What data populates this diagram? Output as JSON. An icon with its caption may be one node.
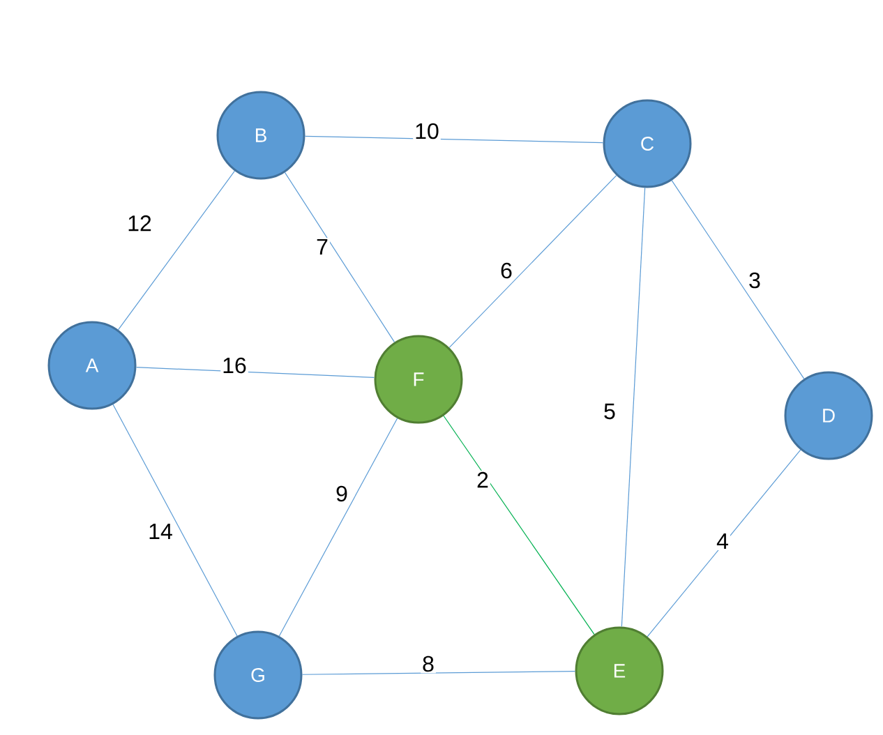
{
  "diagram": {
    "nodes": [
      {
        "text": [
          "B"
        ]
      },
      {
        "text": [
          "C"
        ]
      },
      {
        "text": [
          "A"
        ]
      },
      {
        "text": [
          "F"
        ]
      },
      {
        "text": [
          "D"
        ]
      },
      {
        "text": [
          "G"
        ]
      },
      {
        "text": [
          "E"
        ]
      }
    ],
    "edges": [
      {
        "from": 2,
        "to": 0,
        "arrow": "none",
        "label": "12"
      },
      {
        "from": 0,
        "to": 1,
        "arrow": "none",
        "label": "10"
      },
      {
        "from": 0,
        "to": 3,
        "arrow": "none",
        "label": "7"
      },
      {
        "from": 2,
        "to": 3,
        "arrow": "none",
        "label": "16"
      },
      {
        "from": 1,
        "to": 3,
        "arrow": "none",
        "label": "6"
      },
      {
        "from": 1,
        "to": 4,
        "arrow": "none",
        "label": "3"
      },
      {
        "from": 1,
        "to": 6,
        "arrow": "none",
        "label": "5"
      },
      {
        "from": 3,
        "to": 6,
        "arrow": "none",
        "label": "2",
        "color": "#00b050"
      },
      {
        "from": 3,
        "to": 5,
        "arrow": "none",
        "label": "9"
      },
      {
        "from": 2,
        "to": 5,
        "arrow": "none",
        "label": "14"
      },
      {
        "from": 5,
        "to": 6,
        "arrow": "none",
        "label": "8"
      },
      {
        "from": 4,
        "to": 6,
        "arrow": "none",
        "label": "4"
      }
    ]
  }
}
